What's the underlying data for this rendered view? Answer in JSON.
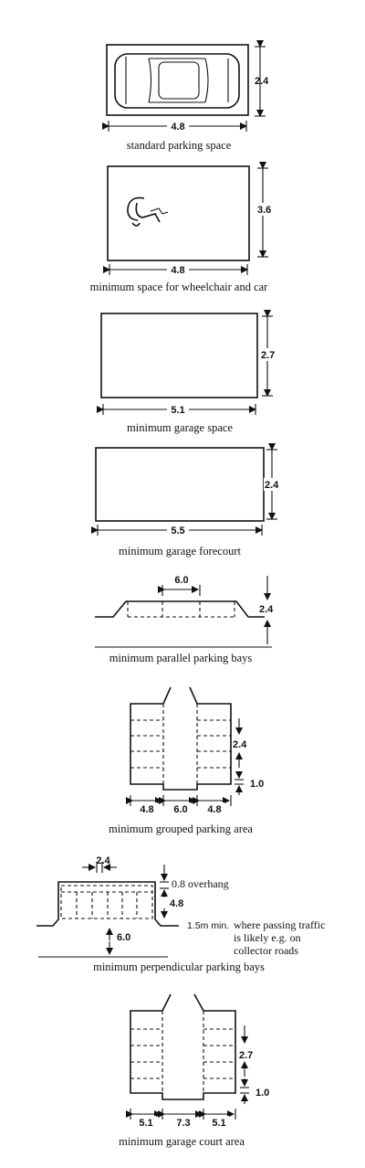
{
  "diagrams": [
    {
      "caption": "standard parking space",
      "width": "4.8",
      "height": "2.4"
    },
    {
      "caption": "minimum space for wheelchair and car",
      "width": "4.8",
      "height": "3.6"
    },
    {
      "caption": "minimum garage space",
      "width": "5.1",
      "height": "2.7"
    },
    {
      "caption": "minimum garage forecourt",
      "width": "5.5",
      "height": "2.4"
    },
    {
      "caption": "minimum parallel parking bays",
      "bay_length": "6.0",
      "depth": "2.4"
    },
    {
      "caption": "minimum grouped parking area",
      "bay_width": "2.4",
      "gap": "1.0",
      "left_depth": "4.8",
      "aisle": "6.0",
      "right_depth": "4.8"
    },
    {
      "caption": "minimum perpendicular parking bays",
      "bay_width": "2.4",
      "overhang": "0.8 overhang",
      "depth": "4.8",
      "aisle": "6.0",
      "note_lines": [
        "1.5m min.",
        "where passing traffic",
        "is likely e.g. on",
        "collector roads"
      ]
    },
    {
      "caption": "minimum garage court area",
      "bay_width": "2.7",
      "gap": "1.0",
      "left_depth": "5.1",
      "aisle": "7.3",
      "right_depth": "5.1"
    }
  ]
}
